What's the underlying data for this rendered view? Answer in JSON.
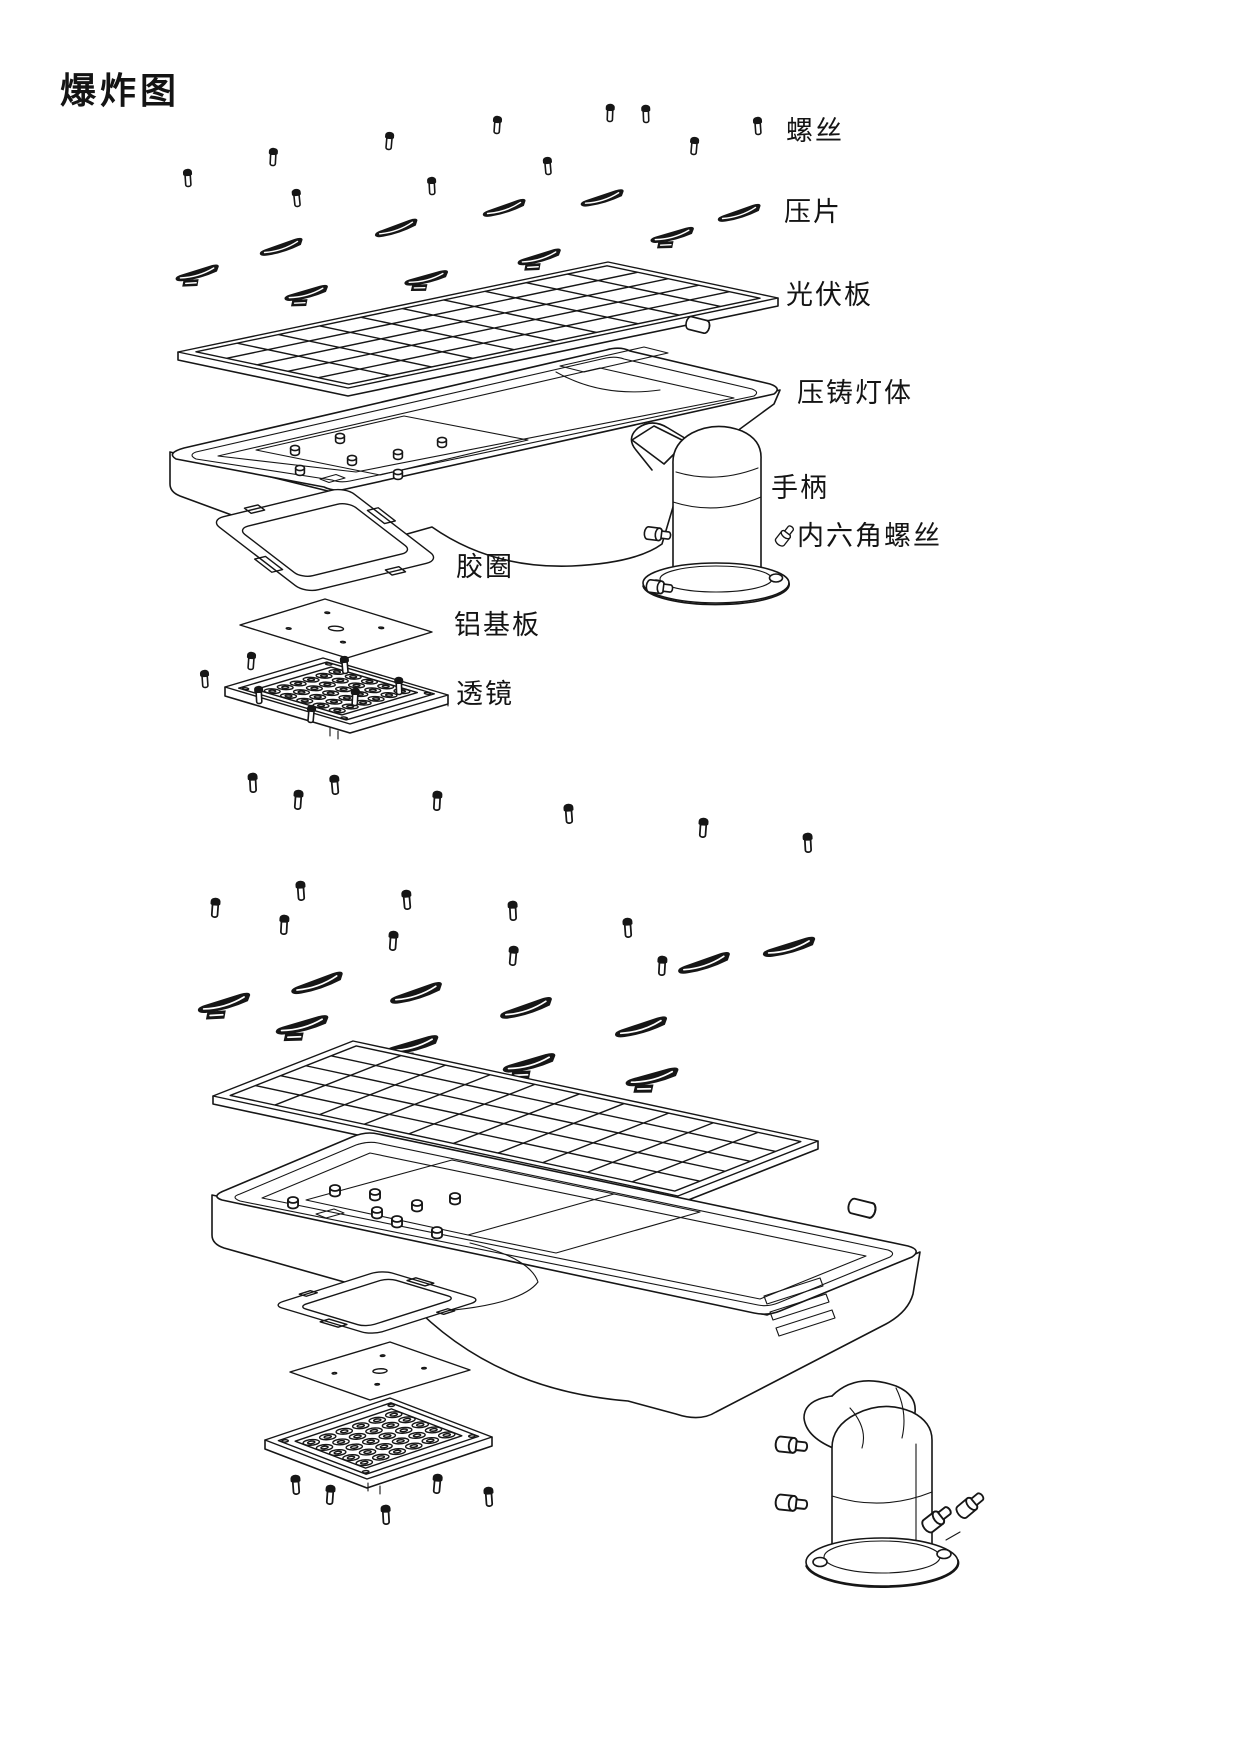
{
  "title": "爆炸图",
  "colors": {
    "ink": "#161616",
    "paper": "#ffffff"
  },
  "parts": {
    "screw": "螺丝",
    "press_clip": "压片",
    "pv_panel": "光伏板",
    "die_cast_body": "压铸灯体",
    "handle": "手柄",
    "hex_socket_screw": "内六角螺丝",
    "rubber_gasket": "胶圈",
    "aluminum_board": "铝基板",
    "lens": "透镜"
  }
}
